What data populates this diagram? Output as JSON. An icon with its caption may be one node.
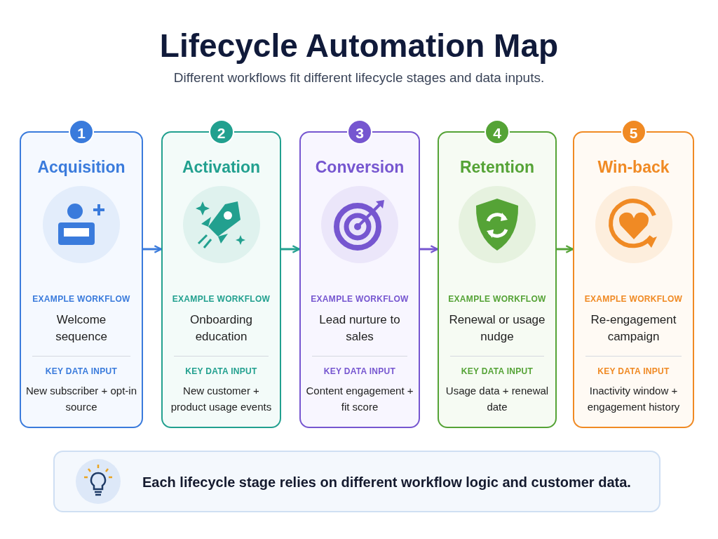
{
  "diagram": {
    "title": "Lifecycle Automation Map",
    "nodes": [
      {
        "text": [
          "1",
          "Acquisition",
          "EXAMPLE WORKFLOW",
          "Welcome sequence",
          "KEY DATA INPUT",
          "New subscriber + opt-in source"
        ]
      },
      {
        "text": [
          "2",
          "Activation",
          "EXAMPLE WORKFLOW",
          "Onboarding education",
          "KEY DATA INPUT",
          "New customer + product usage events"
        ]
      },
      {
        "text": [
          "3",
          "Conversion",
          "EXAMPLE WORKFLOW",
          "Lead nurture to sales",
          "KEY DATA INPUT",
          "Content engagement + fit score"
        ]
      },
      {
        "text": [
          "4",
          "Retention",
          "EXAMPLE WORKFLOW",
          "Renewal or usage nudge",
          "KEY DATA INPUT",
          "Usage data + renewal date"
        ]
      },
      {
        "text": [
          "5",
          "Win-back",
          "EXAMPLE WORKFLOW",
          "Re-engagement campaign",
          "KEY DATA INPUT",
          "Inactivity window + engagement history"
        ]
      },
      {
        "text": [
          "Each lifecycle stage relies on different workflow logic and customer data."
        ]
      }
    ],
    "edges": [
      {
        "from": 0,
        "to": 1,
        "arrow": "to",
        "color": "#3a7bdc"
      },
      {
        "from": 1,
        "to": 2,
        "arrow": "to",
        "color": "#22a08f"
      },
      {
        "from": 2,
        "to": 3,
        "arrow": "to",
        "color": "#7656d0"
      },
      {
        "from": 3,
        "to": 4,
        "arrow": "to",
        "color": "#55a336"
      }
    ],
    "labels": [
      "Different workflows fit different lifecycle stages and data inputs."
    ]
  }
}
